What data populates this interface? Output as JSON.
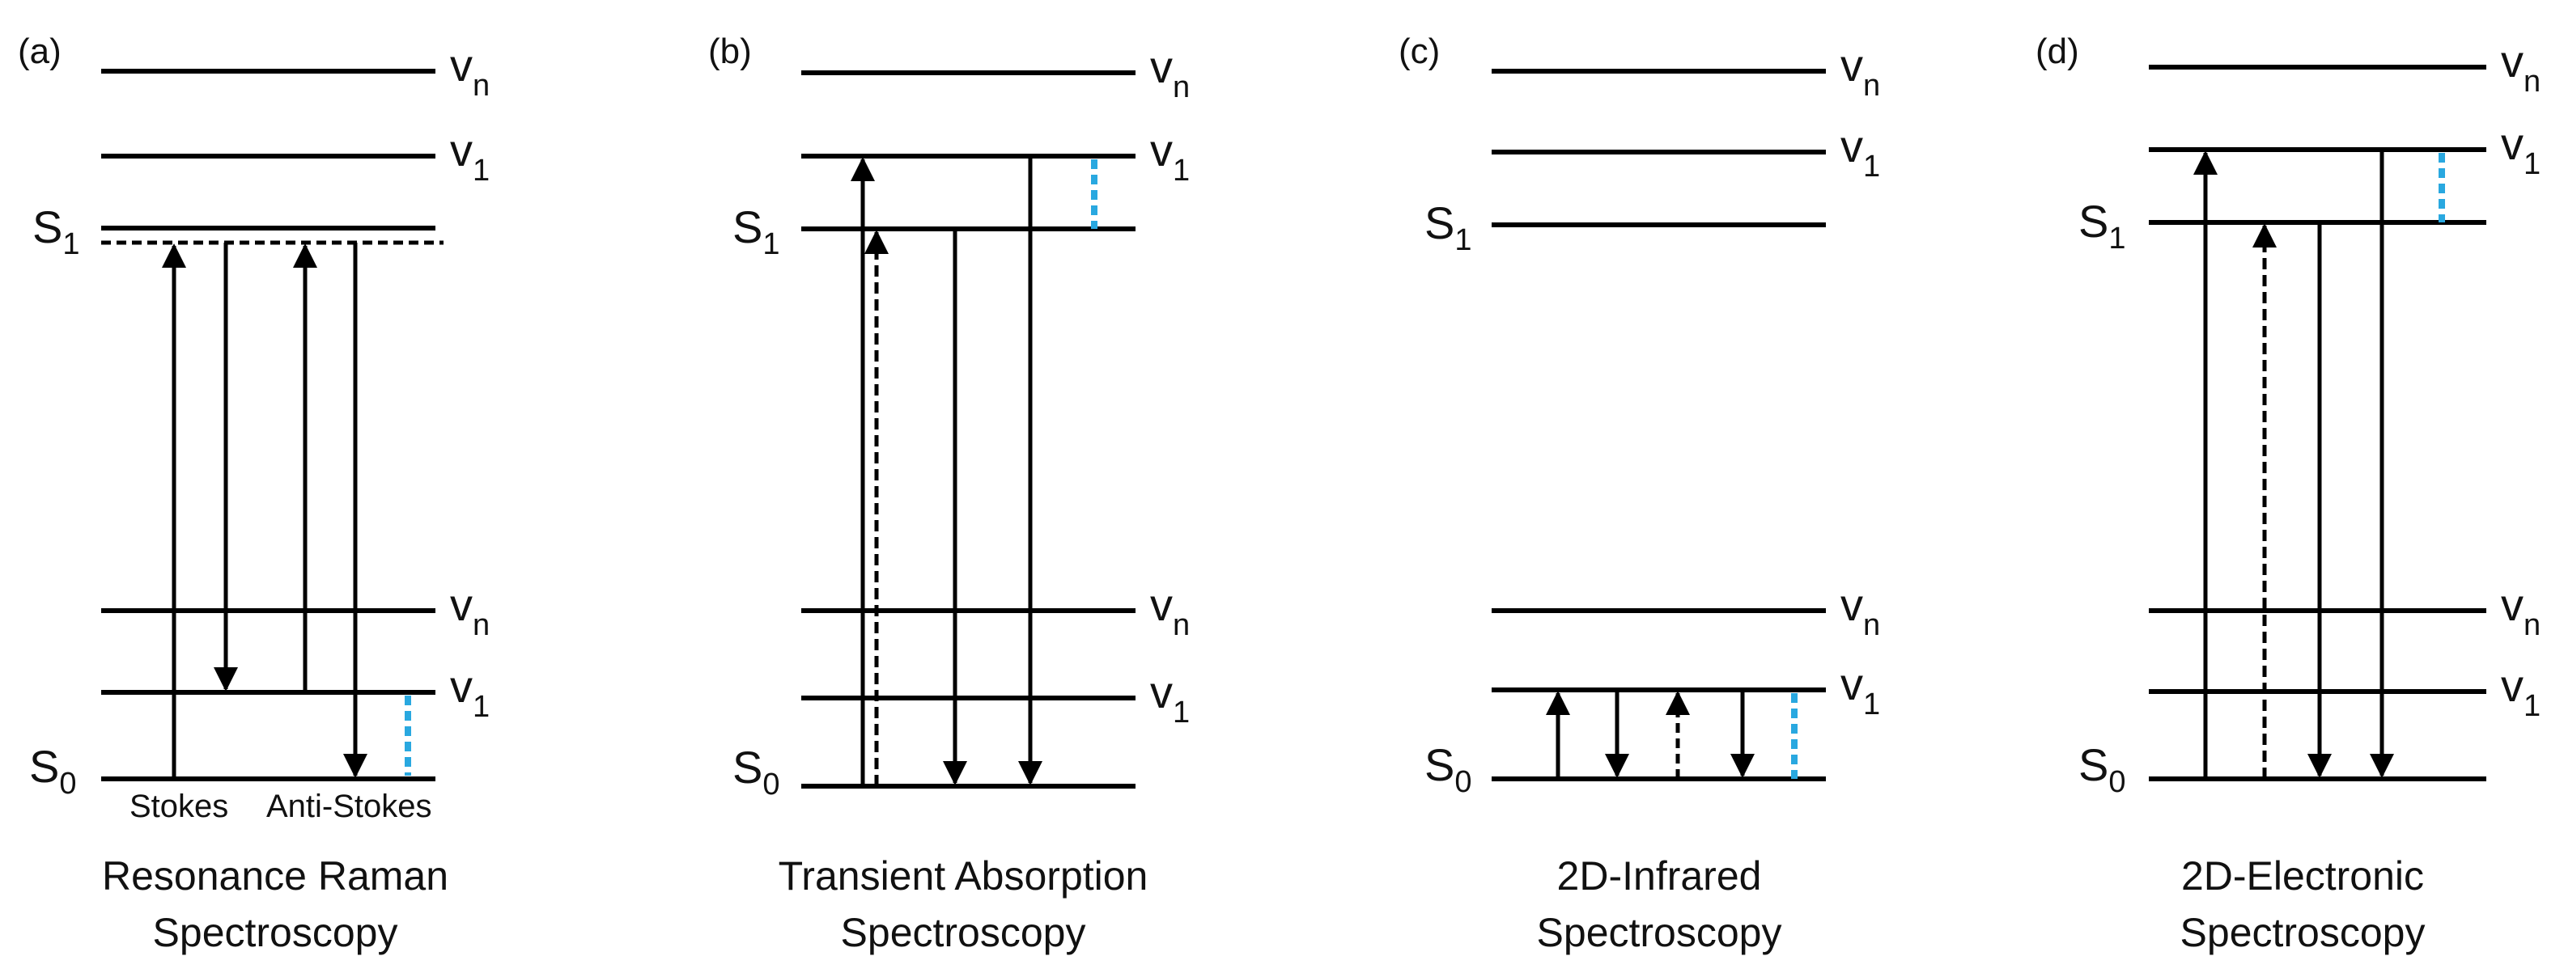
{
  "panels": [
    {
      "letter": "(a)",
      "caption_line1": "Resonance Raman",
      "caption_line2": "Spectroscopy",
      "upper_state": {
        "main": "S",
        "sub": "1"
      },
      "lower_state": {
        "main": "S",
        "sub": "0"
      },
      "vib_upper_n": {
        "main": "v",
        "sub": "n"
      },
      "vib_upper_1": {
        "main": "v",
        "sub": "1"
      },
      "vib_lower_n": {
        "main": "v",
        "sub": "n"
      },
      "vib_lower_1": {
        "main": "v",
        "sub": "1"
      },
      "arrow_label_left": "Stokes",
      "arrow_label_right": "Anti-Stokes"
    },
    {
      "letter": "(b)",
      "caption_line1": "Transient Absorption",
      "caption_line2": "Spectroscopy",
      "upper_state": {
        "main": "S",
        "sub": "1"
      },
      "lower_state": {
        "main": "S",
        "sub": "0"
      },
      "vib_upper_n": {
        "main": "v",
        "sub": "n"
      },
      "vib_upper_1": {
        "main": "v",
        "sub": "1"
      },
      "vib_lower_n": {
        "main": "v",
        "sub": "n"
      },
      "vib_lower_1": {
        "main": "v",
        "sub": "1"
      }
    },
    {
      "letter": "(c)",
      "caption_line1": "2D-Infrared",
      "caption_line2": "Spectroscopy",
      "upper_state": {
        "main": "S",
        "sub": "1"
      },
      "lower_state": {
        "main": "S",
        "sub": "0"
      },
      "vib_upper_n": {
        "main": "v",
        "sub": "n"
      },
      "vib_upper_1": {
        "main": "v",
        "sub": "1"
      },
      "vib_lower_n": {
        "main": "v",
        "sub": "n"
      },
      "vib_lower_1": {
        "main": "v",
        "sub": "1"
      }
    },
    {
      "letter": "(d)",
      "caption_line1": "2D-Electronic",
      "caption_line2": "Spectroscopy",
      "upper_state": {
        "main": "S",
        "sub": "1"
      },
      "lower_state": {
        "main": "S",
        "sub": "0"
      },
      "vib_upper_n": {
        "main": "v",
        "sub": "n"
      },
      "vib_upper_1": {
        "main": "v",
        "sub": "1"
      },
      "vib_lower_n": {
        "main": "v",
        "sub": "n"
      },
      "vib_lower_1": {
        "main": "v",
        "sub": "1"
      }
    }
  ],
  "colors": {
    "line": "#000000",
    "vibrational_coherence": "#29a8e0"
  }
}
